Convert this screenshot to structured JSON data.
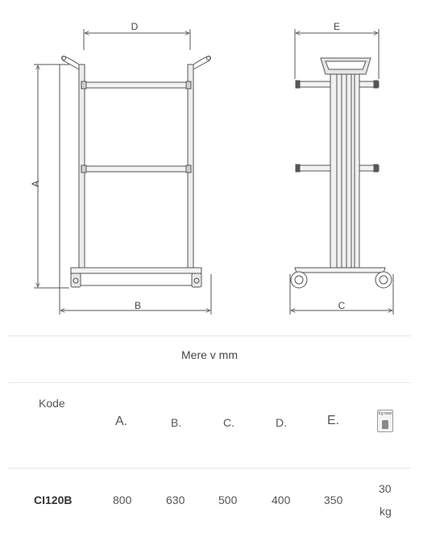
{
  "drawing": {
    "front": {
      "label_top": "D",
      "label_side": "A",
      "label_bottom": "B"
    },
    "side": {
      "label_top": "E",
      "label_bottom": "C"
    },
    "stroke_color": "#555555"
  },
  "caption": "Mere v mm",
  "table": {
    "headers": {
      "code": "Kode",
      "a": "A.",
      "b": "B.",
      "c": "C.",
      "d": "D.",
      "e": "E.",
      "weight_icon": "Kg max",
      "weight_icon_name": "kg-max-icon"
    },
    "row": {
      "code": "CI120B",
      "a": "800",
      "b": "630",
      "c": "500",
      "d": "400",
      "e": "350",
      "weight_value": "30",
      "weight_unit": "kg"
    }
  }
}
